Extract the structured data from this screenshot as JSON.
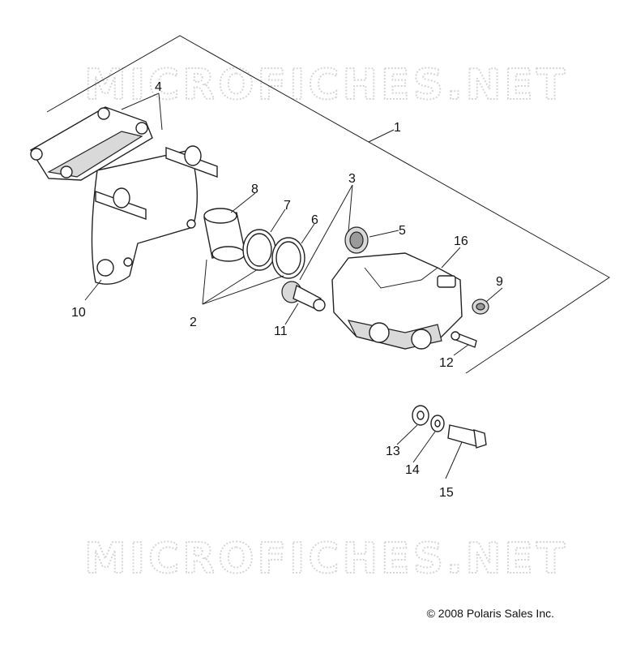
{
  "watermark": "MICROFICHES.NET",
  "copyright": "2008 Polaris Sales Inc.",
  "copyright_symbol": "©",
  "callouts": {
    "c1": "1",
    "c2": "2",
    "c3": "3",
    "c4": "4",
    "c5": "5",
    "c6": "6",
    "c7": "7",
    "c8": "8",
    "c9": "9",
    "c10": "10",
    "c11": "11",
    "c12": "12",
    "c13": "13",
    "c14": "14",
    "c15": "15",
    "c16": "16"
  }
}
